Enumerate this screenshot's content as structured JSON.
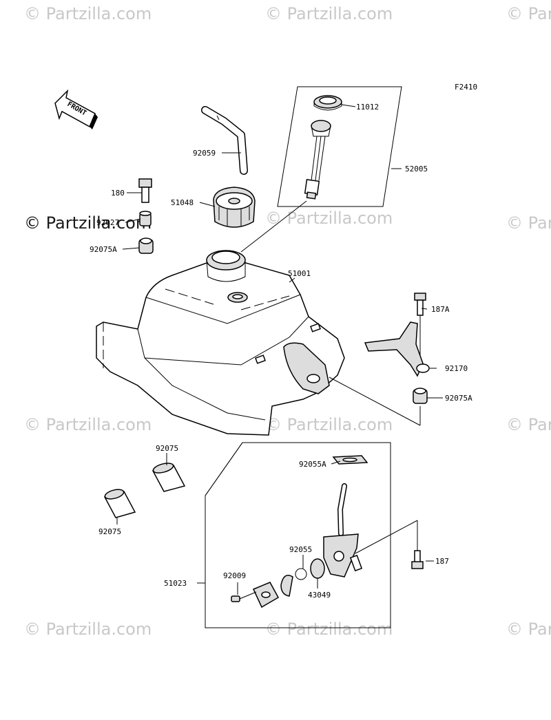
{
  "figure_code": "F2410",
  "front_label": "FRONT",
  "watermark": "© Partzilla.com",
  "watermark_prominent": "© Partzilla.com",
  "parts": {
    "p11012": "11012",
    "p52005": "52005",
    "p92059": "92059",
    "p180": "180",
    "p51048": "51048",
    "p92027": "92027",
    "p92075A_left": "92075A",
    "p51001": "51001",
    "p187A": "187A",
    "p92170": "92170",
    "p92075A_right": "92075A",
    "p92075_top": "92075",
    "p92075_bottom": "92075",
    "p92055A": "92055A",
    "p92055": "92055",
    "p187": "187",
    "p92009": "92009",
    "p51023": "51023",
    "p43049": "43049"
  }
}
